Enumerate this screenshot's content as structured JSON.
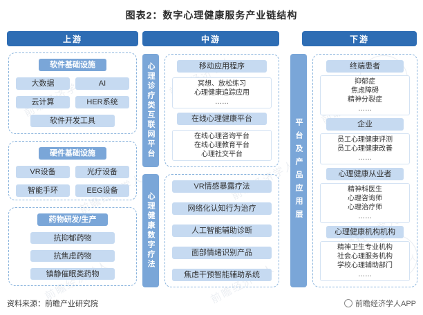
{
  "title": "图表2：数字心理健康服务产业链结构",
  "watermark": "前瞻经济学人",
  "upstream": {
    "header": "上游",
    "groups": [
      {
        "header": "软件基础设施",
        "items": [
          "大数据",
          "AI",
          "云计算",
          "HER系统",
          "软件开发工具"
        ]
      },
      {
        "header": "硬件基础设施",
        "items": [
          "VR设备",
          "光疗设备",
          "智能手环",
          "EEG设备"
        ]
      },
      {
        "header": "药物研发/生产",
        "items": [
          "抗抑郁药物",
          "抗焦虑药物",
          "镇静催眠类药物"
        ]
      }
    ]
  },
  "midstream": {
    "header": "中游",
    "groups": [
      {
        "side_label": "心理诊疗类互联网平台",
        "rows": [
          {
            "type": "category",
            "text": "移动应用程序"
          },
          {
            "type": "detail",
            "text": "冥想、放松练习\n心理健康追踪应用\n……"
          },
          {
            "type": "category",
            "text": "在线心理健康平台"
          },
          {
            "type": "detail",
            "text": "在线心理咨询平台\n在线心理教育平台\n心理社交平台"
          }
        ]
      },
      {
        "side_label": "心理健康数字疗法",
        "rows": [
          {
            "type": "category",
            "text": "VR情感暴露疗法"
          },
          {
            "type": "category",
            "text": "网络化认知行为治疗"
          },
          {
            "type": "category",
            "text": "人工智能辅助诊断"
          },
          {
            "type": "category",
            "text": "面部情绪识别产品"
          },
          {
            "type": "category",
            "text": "焦虑干预智能辅助系统"
          }
        ]
      }
    ]
  },
  "downstream": {
    "header": "下游",
    "side_label": "平台及产品应用层",
    "rows": [
      {
        "type": "category",
        "text": "终端患者"
      },
      {
        "type": "detail",
        "text": "抑郁症\n焦虑障碍\n精神分裂症\n……"
      },
      {
        "type": "category",
        "text": "企业"
      },
      {
        "type": "detail",
        "text": "员工心理健康评测\n员工心理健康改善\n……"
      },
      {
        "type": "category",
        "text": "心理健康从业者"
      },
      {
        "type": "detail",
        "text": "精神科医生\n心理咨询师\n心理治疗师\n……"
      },
      {
        "type": "category",
        "text": "心理健康机构机构"
      },
      {
        "type": "detail",
        "text": "精神卫生专业机构\n社会心理服务机构\n学校心理辅助部门\n……"
      }
    ]
  },
  "footer": {
    "source": "资料来源：前瞻产业研究院",
    "brand": "前瞻经济学人APP"
  },
  "colors": {
    "header_blue": "#2e6db4",
    "mid_blue": "#7aa6d8",
    "item_blue": "#c6daf1",
    "dashed_border": "#8ab4dd"
  }
}
